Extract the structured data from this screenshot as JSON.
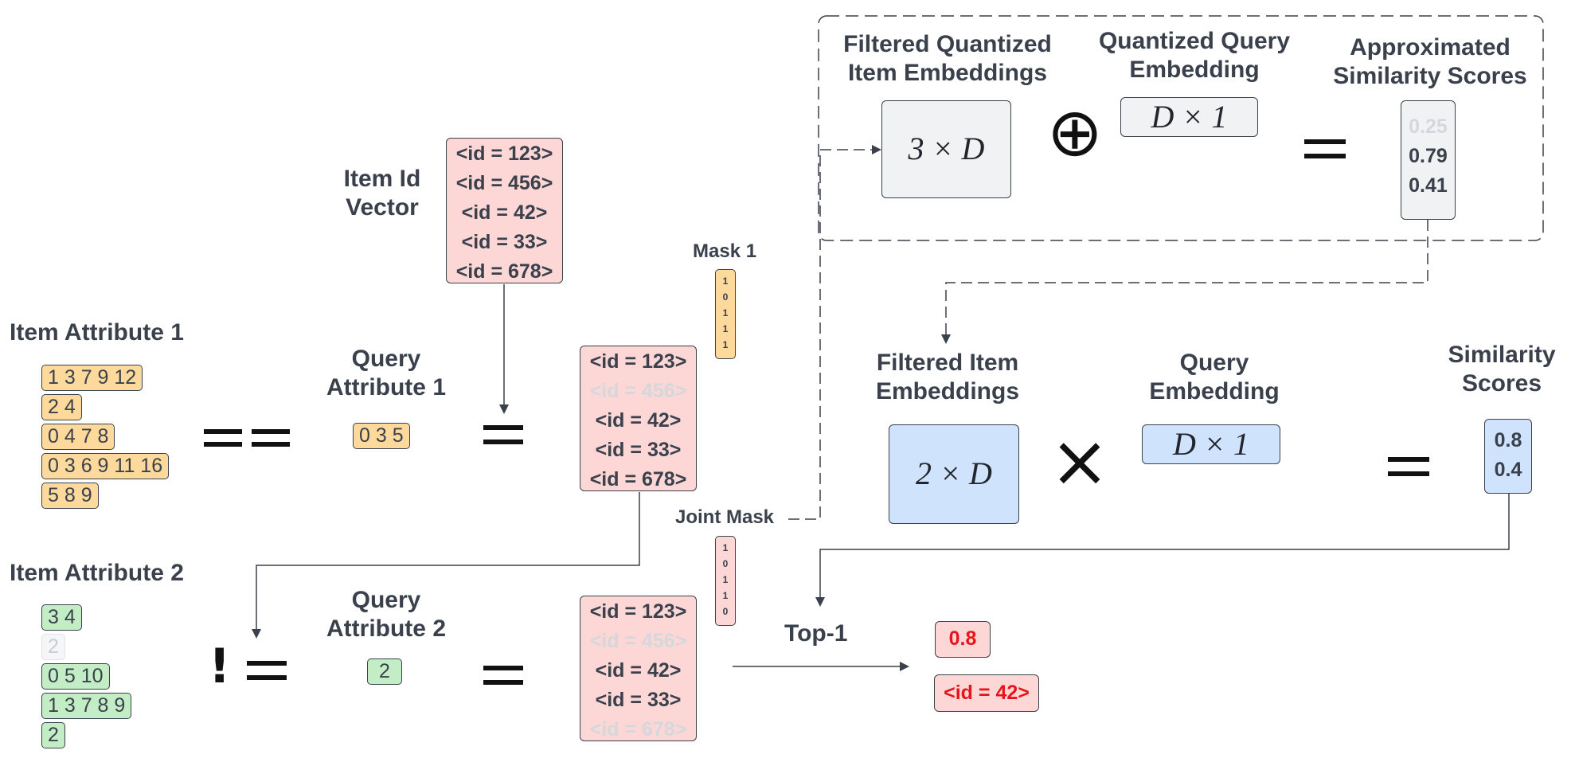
{
  "labels": {
    "item_id_vector": "Item Id Vector",
    "item_attribute_1": "Item Attribute 1",
    "item_attribute_2": "Item Attribute 2",
    "query_attribute_1": "Query Attribute 1",
    "query_attribute_2": "Query Attribute 2",
    "mask_1": "Mask 1",
    "joint_mask": "Joint Mask",
    "top_1": "Top-1",
    "filtered_quantized": "Filtered Quantized Item Embeddings",
    "quantized_query": "Quantized Query Embedding",
    "approx_scores": "Approximated Similarity Scores",
    "filtered_item": "Filtered Item Embeddings",
    "query_embedding": "Query Embedding",
    "similarity_scores": "Similarity Scores"
  },
  "item_ids": [
    "<id = 123>",
    "<id = 456>",
    "<id = 42>",
    "<id = 33>",
    "<id = 678>"
  ],
  "item_attribute_1": [
    "1 3 7 9 12",
    "2 4",
    "0 4 7 8",
    "0 3 6 9 11 16",
    "5 8 9"
  ],
  "item_attribute_2": [
    "3 4",
    "2",
    "0 5 10",
    "1 3 7 8 9",
    "2"
  ],
  "query_attribute_1_value": "0 3 5",
  "query_attribute_2_value": "2",
  "operators": {
    "eq_eq": "==",
    "not_eq": "!=",
    "oplus": "⊕",
    "times": "×",
    "equals": "="
  },
  "mask_1": [
    "1",
    "0",
    "1",
    "1",
    "1"
  ],
  "joint_mask": [
    "1",
    "0",
    "1",
    "1",
    "0"
  ],
  "filtered_ids_1": [
    "<id = 123>",
    "<id = 456>",
    "<id = 42>",
    "<id = 33>",
    "<id = 678>"
  ],
  "filtered_ids_2": [
    "<id = 123>",
    "<id = 456>",
    "<id = 42>",
    "<id = 33>",
    "<id = 678>"
  ],
  "matrices": {
    "quantized_items": "3 × D",
    "quantized_query": "D × 1",
    "filtered_items": "2 × D",
    "query": "D × 1"
  },
  "approx_scores": [
    "0.25",
    "0.79",
    "0.41"
  ],
  "similarity_scores": [
    "0.8",
    "0.4"
  ],
  "result": {
    "score": "0.8",
    "id": "<id = 42>"
  },
  "colors": {
    "attribute1": "#fdd99b",
    "attribute2": "#c3eec5",
    "ids": "#fcd7d6",
    "quantized": "#f1f2f4",
    "exact": "#cfe3fc",
    "result_text": "#e8141b",
    "faded": "#d4d7dc"
  }
}
